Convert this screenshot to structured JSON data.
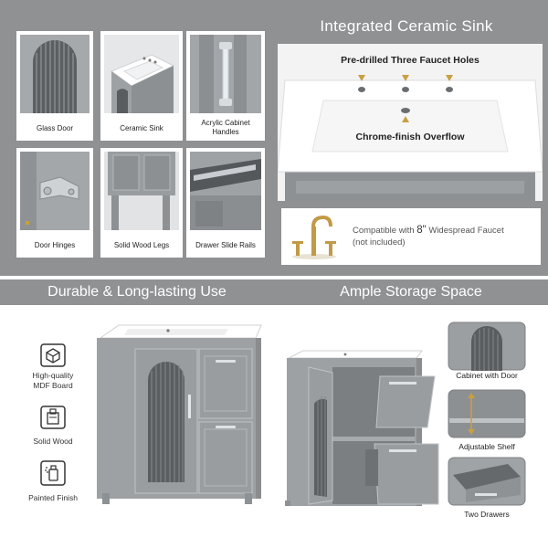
{
  "features": {
    "glass_door": "Glass Door",
    "ceramic_sink": "Ceramic Sink",
    "acrylic_handles": "Acrylic Cabinet Handles",
    "door_hinges": "Door Hinges",
    "solid_wood_legs": "Solid Wood Legs",
    "drawer_slide_rails": "Drawer Slide Rails"
  },
  "sink_panel": {
    "title": "Integrated Ceramic Sink",
    "faucet_holes": "Pre-drilled Three Faucet Holes",
    "overflow": "Chrome-finish Overflow"
  },
  "faucet_note": {
    "text_prefix": "Compatible with ",
    "size": "8\"",
    "text_suffix": " Widespread Faucet",
    "sub": "(not included)"
  },
  "banners": {
    "durable": "Durable & Long-lasting Use",
    "storage": "Ample Storage Space"
  },
  "material_icons": [
    {
      "icon": "cube-board-icon",
      "label_line1": "High-quality",
      "label_line2": "MDF Board"
    },
    {
      "icon": "wood-paint-icon",
      "label_line1": "Solid Wood",
      "label_line2": ""
    },
    {
      "icon": "spray-bottle-icon",
      "label_line1": "Painted Finish",
      "label_line2": ""
    }
  ],
  "storage_callouts": {
    "cabinet_door": "Cabinet with Door",
    "adjustable_shelf": "Adjustable Shelf",
    "two_drawers": "Two Drawers"
  },
  "colors": {
    "panel_gray": "#8f9193",
    "cabinet_gray": "#9ea1a4",
    "cabinet_dark": "#7f8285",
    "accent_gold": "#c8a040"
  }
}
